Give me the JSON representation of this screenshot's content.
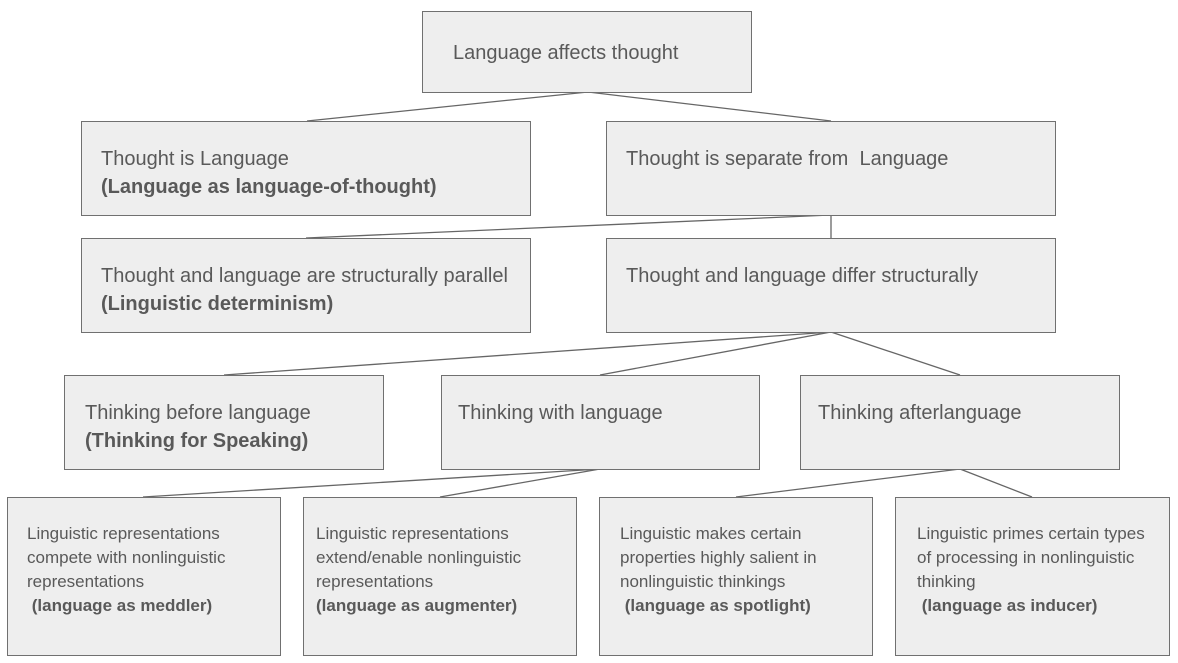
{
  "diagram": {
    "colors": {
      "node_fill": "#eeeeee",
      "node_border": "#707070",
      "text": "#595959",
      "edge": "#666666"
    },
    "root": {
      "id": "root",
      "text": "Language affects thought"
    },
    "level1": [
      {
        "id": "thought-is-language",
        "text": "Thought is Language",
        "bold": "(Language as language-of-thought)"
      },
      {
        "id": "thought-separate",
        "text": "Thought is separate from  Language",
        "bold": ""
      }
    ],
    "level2": [
      {
        "id": "structurally-parallel",
        "text": "Thought and language are structurally parallel ",
        "bold": "(Linguistic determinism)"
      },
      {
        "id": "differ-structurally",
        "text": "Thought and language differ structurally",
        "bold": ""
      }
    ],
    "level3": [
      {
        "id": "thinking-before",
        "text": "Thinking before language",
        "bold": "(Thinking for Speaking)"
      },
      {
        "id": "thinking-with",
        "text": "Thinking with language",
        "bold": ""
      },
      {
        "id": "thinking-after",
        "text": "Thinking afterlanguage",
        "bold": ""
      }
    ],
    "level4": [
      {
        "id": "meddler",
        "text": "Linguistic representations compete with nonlinguistic representations",
        "bold": " (language as meddler)"
      },
      {
        "id": "augmenter",
        "text": "Linguistic representations extend/enable nonlinguistic representations",
        "bold": "(language as augmenter)"
      },
      {
        "id": "spotlight",
        "text": "Linguistic makes certain properties highly salient in nonlinguistic thinkings",
        "bold": " (language as spotlight)"
      },
      {
        "id": "inducer",
        "text": "Linguistic primes certain types of processing in nonlinguistic thinking",
        "bold": " (language as inducer)"
      }
    ],
    "edges": [
      [
        "root",
        "thought-is-language"
      ],
      [
        "root",
        "thought-separate"
      ],
      [
        "thought-separate",
        "structurally-parallel"
      ],
      [
        "thought-separate",
        "differ-structurally"
      ],
      [
        "differ-structurally",
        "thinking-before"
      ],
      [
        "differ-structurally",
        "thinking-with"
      ],
      [
        "differ-structurally",
        "thinking-after"
      ],
      [
        "thinking-with",
        "meddler"
      ],
      [
        "thinking-with",
        "augmenter"
      ],
      [
        "thinking-after",
        "spotlight"
      ],
      [
        "thinking-after",
        "inducer"
      ]
    ]
  }
}
